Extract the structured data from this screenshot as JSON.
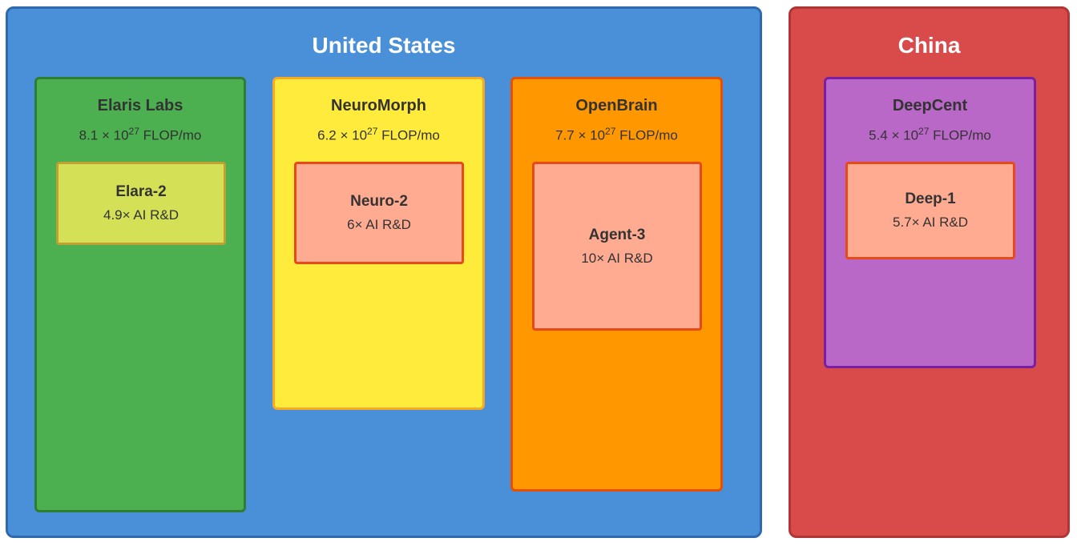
{
  "regions": {
    "us": {
      "title": "United States",
      "fill": "#4a90d9",
      "border": "#2f68ad"
    },
    "cn": {
      "title": "China",
      "fill": "#d94a4a",
      "border": "#b03535"
    }
  },
  "labs": {
    "elaris": {
      "name": "Elaris Labs",
      "compute_base": "8.1 × 10",
      "compute_exp": "27",
      "compute_unit": " FLOP/mo",
      "fill": "#4caf50",
      "border": "#2e7d32",
      "model": {
        "name": "Elara-2",
        "speed": "4.9× AI R&D",
        "fill": "#d4e157",
        "border": "#c0a033"
      }
    },
    "neuromorph": {
      "name": "NeuroMorph",
      "compute_base": "6.2 × 10",
      "compute_exp": "27",
      "compute_unit": " FLOP/mo",
      "fill": "#ffeb3b",
      "border": "#f9a825",
      "model": {
        "name": "Neuro-2",
        "speed": "6× AI R&D",
        "fill": "#ffab91",
        "border": "#e64a19"
      }
    },
    "openbrain": {
      "name": "OpenBrain",
      "compute_base": "7.7 × 10",
      "compute_exp": "27",
      "compute_unit": " FLOP/mo",
      "fill": "#ff9800",
      "border": "#e65100",
      "model": {
        "name": "Agent-3",
        "speed": "10× AI R&D",
        "fill": "#ffab91",
        "border": "#e64a19"
      }
    },
    "deepcent": {
      "name": "DeepCent",
      "compute_base": "5.4 × 10",
      "compute_exp": "27",
      "compute_unit": " FLOP/mo",
      "fill": "#ba68c8",
      "border": "#7b1fa2",
      "model": {
        "name": "Deep-1",
        "speed": "5.7× AI R&D",
        "fill": "#ffab91",
        "border": "#e64a19"
      }
    }
  }
}
